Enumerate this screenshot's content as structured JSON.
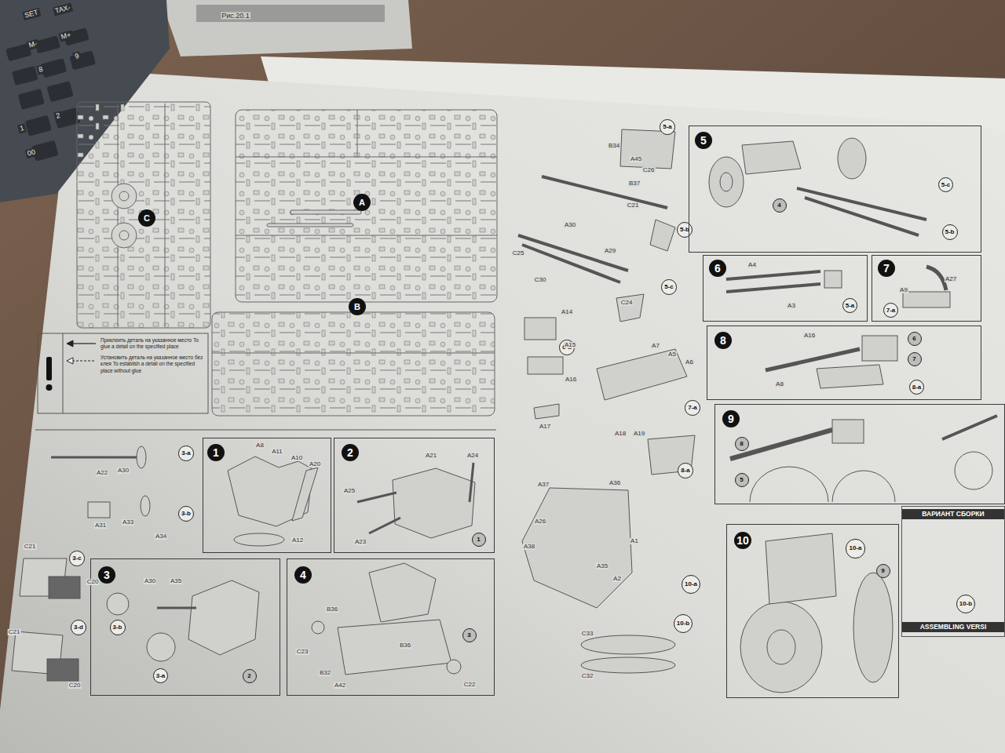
{
  "diagram": {
    "nodes": [
      {
        "text": [
          "C"
        ]
      },
      {
        "text": [
          "A"
        ]
      },
      {
        "text": [
          "B"
        ]
      },
      {
        "text": [
          "3-a"
        ]
      },
      {
        "text": [
          "3-b"
        ]
      },
      {
        "text": [
          "3-c"
        ]
      },
      {
        "text": [
          "3-d"
        ]
      },
      {
        "text": [
          "1",
          "A8",
          "A11",
          "A10",
          "A20",
          "A12"
        ]
      },
      {
        "text": [
          "2",
          "A21",
          "A24",
          "A25",
          "A23"
        ]
      },
      {
        "text": [
          "1"
        ],
        "in": 8
      },
      {
        "text": [
          "3",
          "A30",
          "A35"
        ]
      },
      {
        "text": [
          "3-b"
        ],
        "in": 10
      },
      {
        "text": [
          "3-a"
        ],
        "in": 10
      },
      {
        "text": [
          "2"
        ],
        "in": 10
      },
      {
        "text": [
          "4",
          "B36",
          "C23",
          "B36",
          "B32",
          "A42",
          "C22"
        ]
      },
      {
        "text": [
          "3"
        ],
        "in": 14
      },
      {
        "text": [
          "5-a"
        ]
      },
      {
        "text": [
          "5-b"
        ]
      },
      {
        "text": [
          "5-c"
        ]
      },
      {
        "text": [
          "6-a"
        ]
      },
      {
        "text": [
          "7-a"
        ]
      },
      {
        "text": [
          "8-a"
        ]
      },
      {
        "text": [
          "10-a"
        ]
      },
      {
        "text": [
          "10-b"
        ]
      },
      {
        "text": [
          "5"
        ]
      },
      {
        "text": [
          "4"
        ],
        "in": 24
      },
      {
        "text": [
          "5-c"
        ],
        "in": 24
      },
      {
        "text": [
          "5-b"
        ],
        "in": 24
      },
      {
        "text": [
          "6",
          "A4",
          "A3"
        ]
      },
      {
        "text": [
          "5-a"
        ],
        "in": 28
      },
      {
        "text": [
          "7",
          "A9",
          "A27"
        ]
      },
      {
        "text": [
          "7-a"
        ],
        "in": 30
      },
      {
        "text": [
          "8",
          "A16",
          "A8"
        ]
      },
      {
        "text": [
          "6"
        ],
        "in": 32
      },
      {
        "text": [
          "7"
        ],
        "in": 32
      },
      {
        "text": [
          "8-a"
        ],
        "in": 32
      },
      {
        "text": [
          "9"
        ]
      },
      {
        "text": [
          "8"
        ],
        "in": 36
      },
      {
        "text": [
          "5"
        ],
        "in": 36
      },
      {
        "text": [
          "10"
        ]
      },
      {
        "text": [
          "10-a"
        ],
        "in": 39
      },
      {
        "text": [
          "9"
        ],
        "in": 39
      },
      {
        "text": [
          "ВАРИАНТ СБОРКИ",
          "ASSEMBLING VERSI"
        ]
      },
      {
        "text": [
          "10-b"
        ],
        "in": 42
      }
    ],
    "labels": [
      "Рис.20.1",
      "SET",
      "TAX-",
      "M-",
      "M+",
      "9",
      "8",
      "2",
      "1",
      "00",
      "A22",
      "A30",
      "A31",
      "A33",
      "A34",
      "C21",
      "C20",
      "C21",
      "C20",
      "B34",
      "A45",
      "C26",
      "B37",
      "C21",
      "A30",
      "A29",
      "C25",
      "C30",
      "C24",
      "A14",
      "A15",
      "A16",
      "A17",
      "A7",
      "A5",
      "A6",
      "A18",
      "A19",
      "A37",
      "A36",
      "A26",
      "A38",
      "A1",
      "A35",
      "A2",
      "C33",
      "C32"
    ],
    "legend": [
      {
        "text": "Приклеить деталь на указанное место To glue a detail on the specified place"
      },
      {
        "text": "Установить деталь на указанное место без клея To establish a detail on the specified place without glue"
      }
    ]
  }
}
